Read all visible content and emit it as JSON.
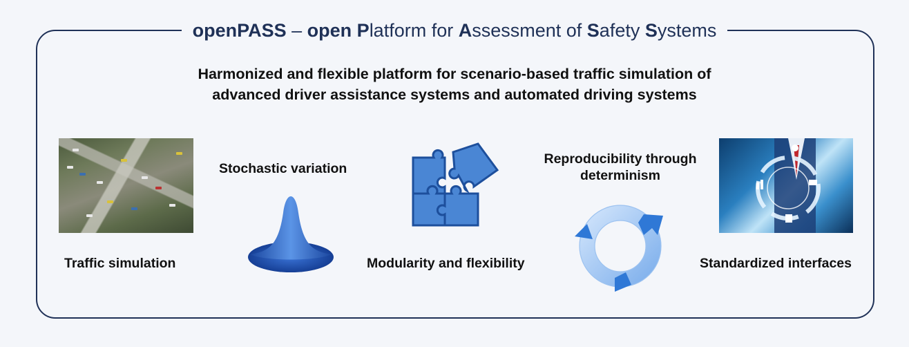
{
  "title": {
    "part1_bold": "openPASS",
    "part2": " – ",
    "part3_bold": "open P",
    "part4": "latform for ",
    "part5_bold": "A",
    "part6": "ssessment of ",
    "part7_bold": "S",
    "part8": "afety ",
    "part9_bold": "S",
    "part10": "ystems"
  },
  "subtitle": {
    "line1": "Harmonized and flexible platform for scenario-based traffic simulation of",
    "line2": "advanced driver assistance systems and automated driving systems"
  },
  "features": {
    "traffic_simulation": "Traffic simulation",
    "stochastic_variation": "Stochastic variation",
    "modularity": "Modularity and flexibility",
    "reproducibility_line1": "Reproducibility through",
    "reproducibility_line2": "determinism",
    "standardized_interfaces": "Standardized interfaces"
  },
  "colors": {
    "frame": "#1f3157",
    "puzzle_fill": "#4a86d4",
    "puzzle_stroke": "#1d4f9c",
    "bell": "#2a63c4",
    "cycle_arrow": "#2f78d6"
  }
}
